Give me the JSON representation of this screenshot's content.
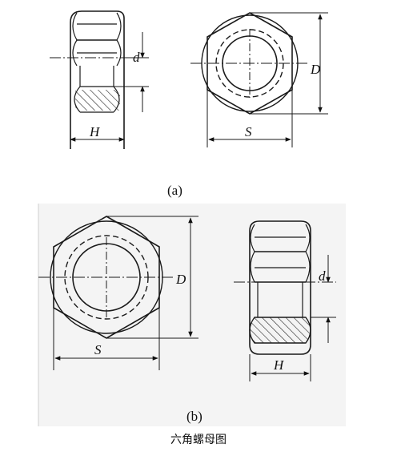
{
  "figure": {
    "caption": "六角螺母图",
    "panel_a": {
      "label": "(a)",
      "dimensions": {
        "thickness": "H",
        "bore": "d",
        "across_flats": "S",
        "across_corners": "D"
      }
    },
    "panel_b": {
      "label": "(b)",
      "dimensions": {
        "across_flats": "S",
        "across_corners": "D",
        "bore": "d",
        "thickness": "H"
      }
    },
    "colors": {
      "line": "#1a1a1a",
      "paper": "#ffffff",
      "panel_b_background": "#f4f4f4"
    }
  }
}
